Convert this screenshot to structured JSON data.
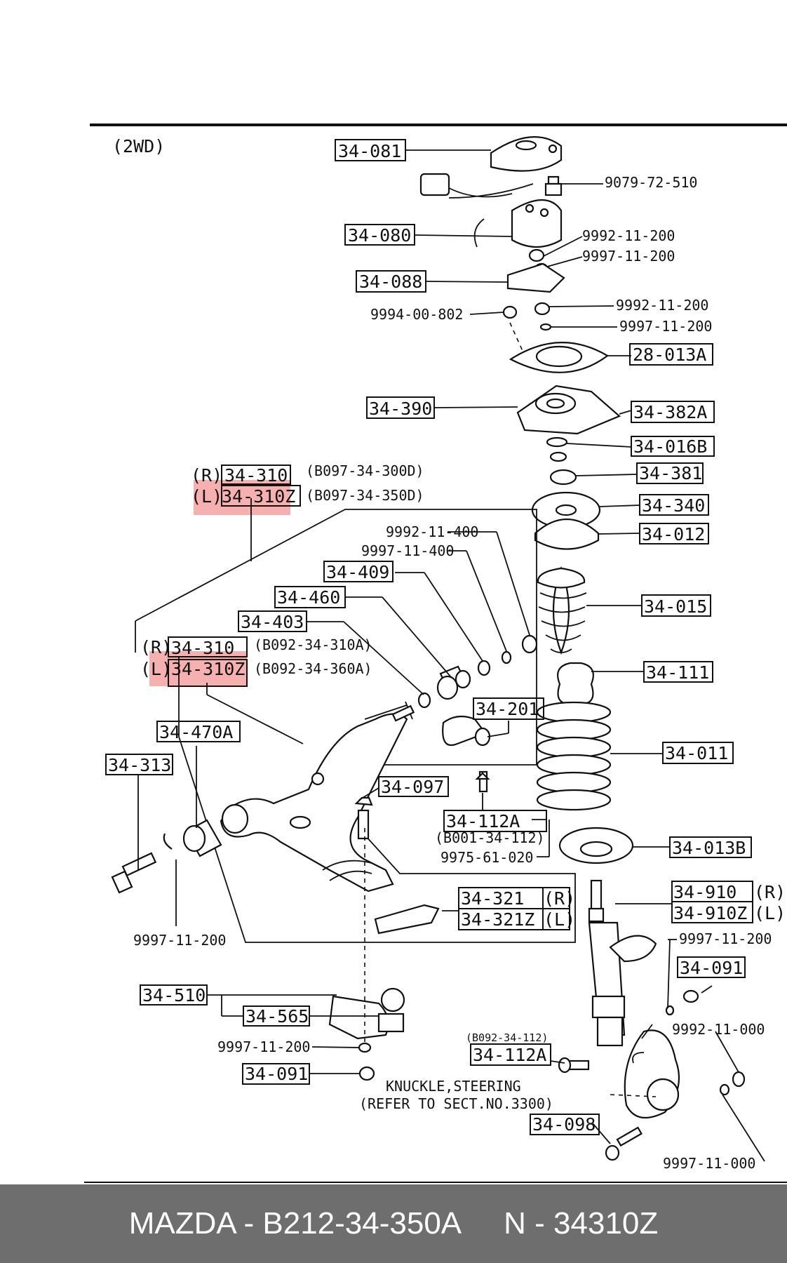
{
  "diagram": {
    "section": "(2WD)",
    "parts": {
      "p34081": "34-081",
      "p34080": "34-080",
      "p34088": "34-088",
      "p28013A": "28-013A",
      "p34390": "34-390",
      "p34382A": "34-382A",
      "p34016B": "34-016B",
      "p34381": "34-381",
      "p34340": "34-340",
      "p34012": "34-012",
      "p34015": "34-015",
      "p34111": "34-111",
      "p34011": "34-011",
      "p34013B": "34-013B",
      "p34409": "34-409",
      "p34460": "34-460",
      "p34403": "34-403",
      "p34201": "34-201",
      "p34470A": "34-470A",
      "p34313": "34-313",
      "p34097": "34-097",
      "p34112A_a": "34-112A",
      "p34321": "34-321",
      "p34321Z": "34-321Z",
      "p34910": "34-910",
      "p34910Z": "34-910Z",
      "p34091_a": "34-091",
      "p34510": "34-510",
      "p34565": "34-565",
      "p34091_b": "34-091",
      "p34112A_b": "34-112A",
      "p34098": "34-098",
      "upper_r": "34-310",
      "upper_l": "34-310Z",
      "lower_r": "34-310",
      "lower_l": "34-310Z"
    },
    "side": {
      "r": "(R)",
      "l": "(L)"
    },
    "refs": {
      "upper_r": "(B097-34-300D)",
      "upper_l": "(B097-34-350D)",
      "lower_r": "(B092-34-310A)",
      "lower_l": "(B092-34-360A)",
      "b001": "(B001-34-112)",
      "b092": "(B092-34-112)"
    },
    "hardware": {
      "h1": "9079-72-510",
      "h2": "9992-11-200",
      "h3": "9997-11-200",
      "h4": "9992-11-200",
      "h5": "9997-11-200",
      "h6": "9994-00-802",
      "h7": "9992-11-400",
      "h8": "9997-11-400",
      "h9": "9975-61-020",
      "h10": "9997-11-200",
      "h11": "9997-11-200",
      "h12": "9992-11-000",
      "h13": "9997-11-200",
      "h14": "9997-11-000"
    },
    "knuckle_line1": "KNUCKLE,STEERING",
    "knuckle_line2": "(REFER TO SECT.NO.3300)"
  },
  "footer": {
    "left": "MAZDA - B212-34-350A",
    "right": "N - 34310Z"
  },
  "colors": {
    "highlight": "#f07b7b",
    "footer_bg": "#6e6e6e"
  }
}
